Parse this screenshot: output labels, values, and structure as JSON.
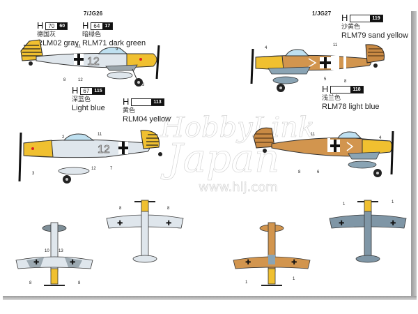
{
  "sheet": {
    "units": {
      "left": "7/JG26",
      "right": "1/JG27"
    },
    "colors": {
      "rlm02_gray": "#dfe6ec",
      "rlm71_dark_green": "#4a5a40",
      "light_blue": "#bcd0e0",
      "rlm04_yellow": "#f0c030",
      "rlm79_sand_yellow": "#d2954e",
      "rlm78_light_blue": "#8aa4b4"
    },
    "callouts": [
      {
        "h_label": "H",
        "code_white": "70",
        "code_black": "60",
        "chinese": "德国灰",
        "english": "RLM02 gray"
      },
      {
        "h_label": "H",
        "code_white": "64",
        "code_black": "17",
        "chinese": "暗绿色",
        "english": "RLM71 dark green"
      },
      {
        "h_label": "H",
        "code_white": "67",
        "code_black": "115",
        "chinese": "深蓝色",
        "english": "Light blue"
      },
      {
        "h_label": "H",
        "code_white": "",
        "code_black": "113",
        "chinese": "黄色",
        "english": "RLM04 yellow"
      },
      {
        "h_label": "H",
        "code_white": "",
        "code_black": "119",
        "chinese": "沙黄色",
        "english": "RLM79 sand yellow"
      },
      {
        "h_label": "H",
        "code_white": "",
        "code_black": "118",
        "chinese": "浅兰色",
        "english": "RLM78 light blue"
      }
    ],
    "aircraft_markings": {
      "left_fuselage_number": "12"
    },
    "part_numbers": {
      "top_left_profile": [
        "11",
        "9",
        "8",
        "12",
        "3"
      ],
      "top_right_profile": [
        "4",
        "11",
        "5",
        "8"
      ],
      "mid_left_profile": [
        "3",
        "2",
        "11",
        "12",
        "7"
      ],
      "mid_right_profile": [
        "11",
        "8",
        "6",
        "4"
      ],
      "plan_gray_bottom": [
        "10",
        "13",
        "8",
        "8"
      ],
      "plan_gray_top": [
        "8",
        "8"
      ],
      "plan_sand_bottom": [
        "1",
        "1"
      ],
      "plan_blue_top": [
        "1",
        "1"
      ]
    },
    "watermark": {
      "line1": "HobbyLink",
      "line2": "Japan",
      "url": "www.hlj.com"
    }
  }
}
